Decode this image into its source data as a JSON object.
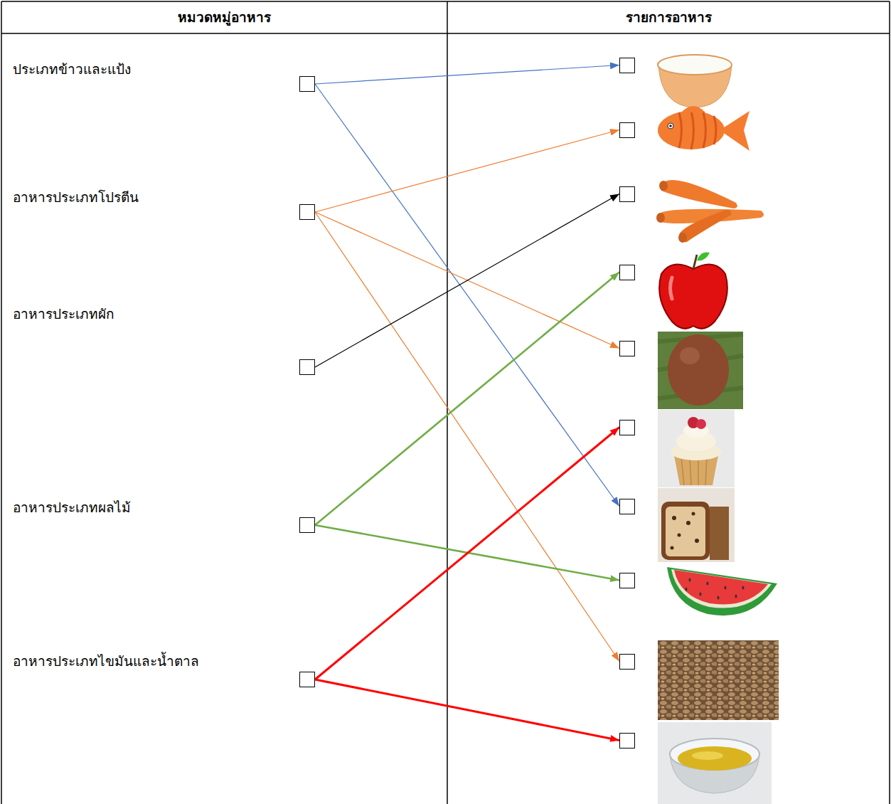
{
  "diagram": {
    "nodes": [
      {
        "text": [
          "ประเภทข้าวและแป้ง"
        ]
      },
      {
        "text": [
          "อาหารประเภทโปรตีน"
        ]
      },
      {
        "text": [
          "อาหารประเภทผัก"
        ]
      },
      {
        "text": [
          "อาหารประเภทผลไม้"
        ]
      },
      {
        "text": [
          "อาหารประเภทไขมันและน้ำตาล"
        ]
      },
      {
        "text": []
      },
      {
        "text": []
      },
      {
        "text": []
      },
      {
        "text": []
      },
      {
        "text": []
      },
      {
        "text": []
      },
      {
        "text": []
      },
      {
        "text": []
      },
      {
        "text": []
      },
      {
        "text": []
      }
    ],
    "edges": [
      {
        "from": 0,
        "to": 5,
        "arrow": "to"
      },
      {
        "from": 0,
        "to": 11,
        "arrow": "to"
      },
      {
        "from": 1,
        "to": 6,
        "arrow": "to"
      },
      {
        "from": 1,
        "to": 9,
        "arrow": "to"
      },
      {
        "from": 1,
        "to": 13,
        "arrow": "to"
      },
      {
        "from": 2,
        "to": 7,
        "arrow": "to"
      },
      {
        "from": 3,
        "to": 8,
        "arrow": "to"
      },
      {
        "from": 3,
        "to": 12,
        "arrow": "to"
      },
      {
        "from": 4,
        "to": 10,
        "arrow": "to"
      },
      {
        "from": 4,
        "to": 14,
        "arrow": "to"
      }
    ],
    "labels": [
      "หมวดหมู่อาหาร",
      "รายการอาหาร"
    ]
  }
}
